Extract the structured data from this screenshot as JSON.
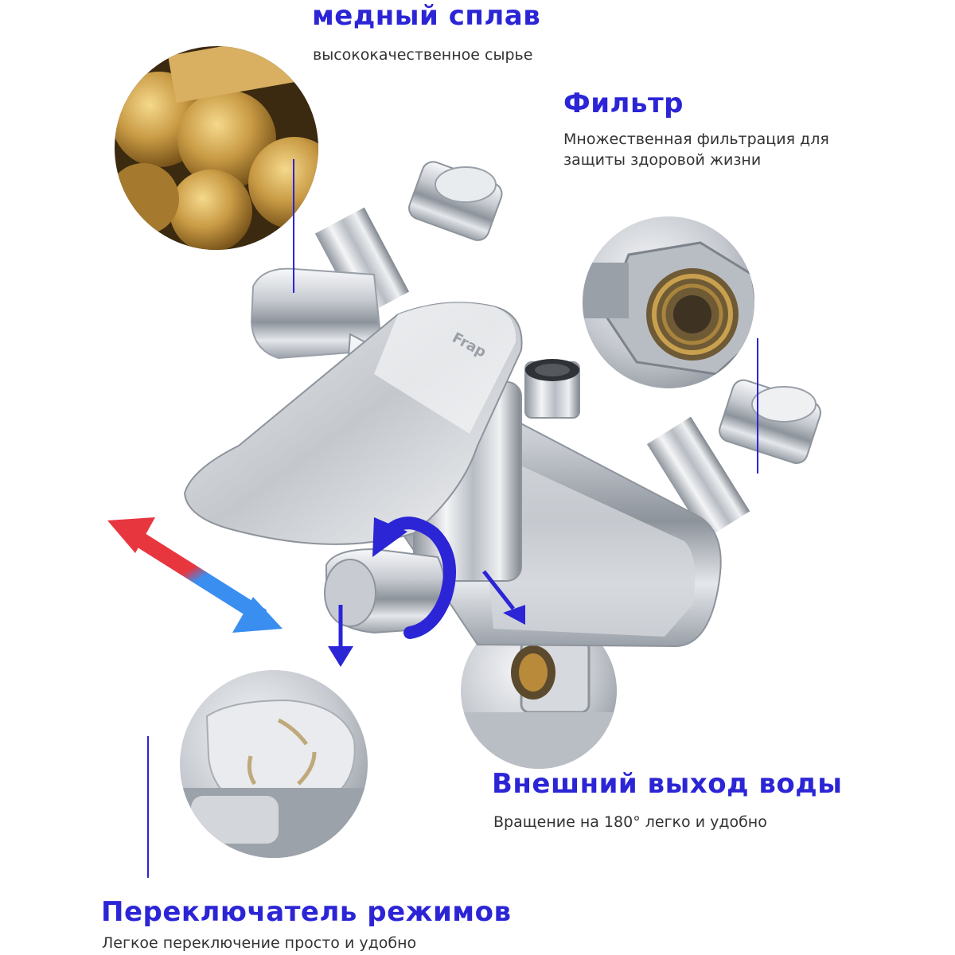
{
  "colors": {
    "accent": "#2b25d6",
    "hot": "#e8363f",
    "cold": "#3a8ef0",
    "chrome": "#c9ccd1",
    "brass": "#c9a04e"
  },
  "copper": {
    "title": "медный сплав",
    "subtitle": "высококачественное сырье"
  },
  "filter": {
    "title": "Фильтр",
    "subtitle_line1": "Множественная фильтрация для",
    "subtitle_line2": "защиты здоровой жизни"
  },
  "outlet": {
    "title": "Внешний выход воды",
    "subtitle": "Вращение на 180° легко и удобно"
  },
  "switcher": {
    "title": "Переключатель режимов",
    "subtitle": "Легкое переключение просто и удобно"
  },
  "product": {
    "brand": "Frap"
  },
  "icons": [
    "brass-rods-photo",
    "filter-nut-photo",
    "outlet-thread-photo",
    "switch-knob-photo",
    "hot-cold-arrow-icon",
    "rotate-arrow-icon",
    "down-arrow-icon"
  ]
}
